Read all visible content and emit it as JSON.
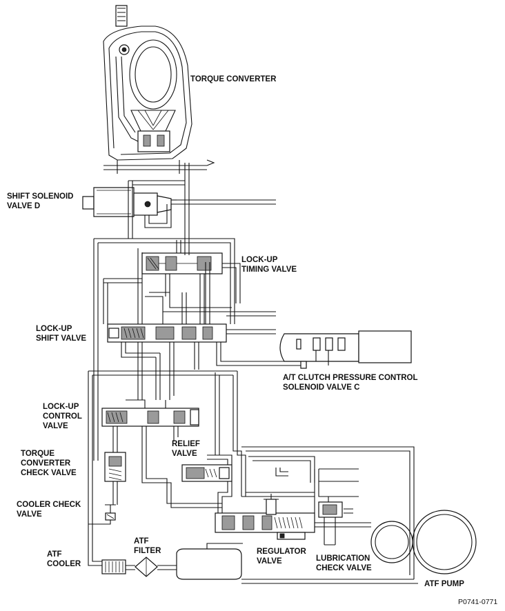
{
  "labels": {
    "torque_converter": "TORQUE CONVERTER",
    "shift_solenoid_d": [
      "SHIFT SOLENOID",
      "VALVE D"
    ],
    "lockup_timing_valve": [
      "LOCK-UP",
      "TIMING VALVE"
    ],
    "lockup_shift_valve": [
      "LOCK-UP",
      "SHIFT VALVE"
    ],
    "clutch_pressure_solenoid_c": [
      "A/T CLUTCH PRESSURE CONTROL",
      "SOLENOID VALVE C"
    ],
    "lockup_control_valve": [
      "LOCK-UP",
      "CONTROL",
      "VALVE"
    ],
    "relief_valve": [
      "RELIEF",
      "VALVE"
    ],
    "tc_check_valve": [
      "TORQUE",
      "CONVERTER",
      "CHECK VALVE"
    ],
    "cooler_check_valve": [
      "COOLER CHECK",
      "VALVE"
    ],
    "atf_cooler": [
      "ATF",
      "COOLER"
    ],
    "atf_filter": [
      "ATF",
      "FILTER"
    ],
    "regulator_valve": [
      "REGULATOR",
      "VALVE"
    ],
    "lubrication_check_valve": [
      "LUBRICATION",
      "CHECK VALVE"
    ],
    "atf_pump": "ATF PUMP",
    "figure_code": "P0741-0771"
  }
}
